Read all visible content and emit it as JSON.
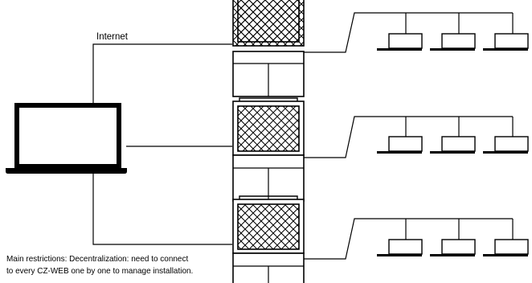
{
  "labels": {
    "internet": "Internet"
  },
  "note": {
    "line1": "Main restrictions: Decentralization: need to connect",
    "line2": "to every CZ-WEB one by one to manage installation."
  },
  "colors": {
    "stroke": "#000000",
    "fill": "#ffffff"
  },
  "icons": {
    "computer": "laptop-icon",
    "outdoor_unit": "hvac-outdoor-unit-icon",
    "indoor_unit": "cassette-indoor-unit-icon"
  }
}
